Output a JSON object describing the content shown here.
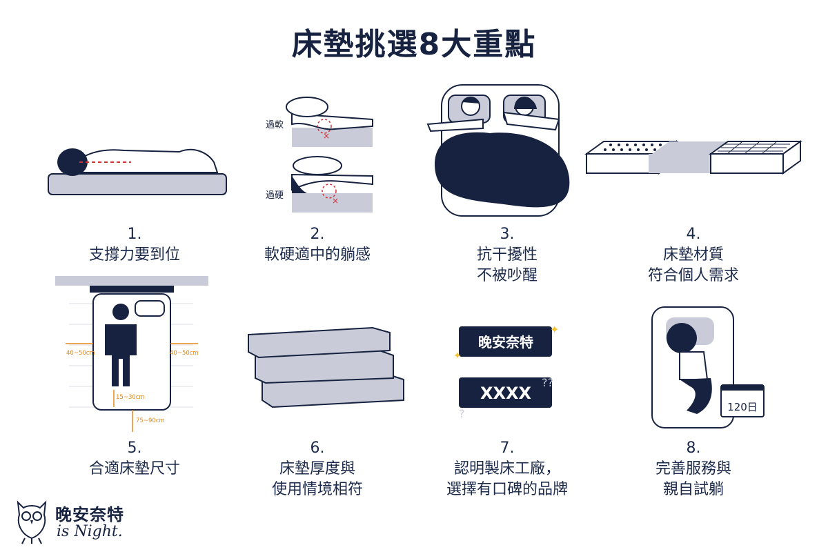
{
  "title": "床墊挑選8大重點",
  "colors": {
    "navy": "#16223f",
    "gray": "#c9ccd8",
    "orange": "#e8891c",
    "red": "#d6303a",
    "yellow": "#f4c430"
  },
  "items": [
    {
      "num": "1.",
      "lines": [
        "支撐力要到位"
      ]
    },
    {
      "num": "2.",
      "lines": [
        "軟硬適中的躺感"
      ],
      "labels": {
        "soft": "過軟",
        "hard": "過硬"
      }
    },
    {
      "num": "3.",
      "lines": [
        "抗干擾性",
        "不被吵醒"
      ]
    },
    {
      "num": "4.",
      "lines": [
        "床墊材質",
        "符合個人需求"
      ]
    },
    {
      "num": "5.",
      "lines": [
        "合適床墊尺寸"
      ],
      "measures": {
        "side": "40~50cm",
        "foot": "15~30cm",
        "aisle": "75~90cm"
      }
    },
    {
      "num": "6.",
      "lines": [
        "床墊厚度與",
        "使用情境相符"
      ]
    },
    {
      "num": "7.",
      "lines": [
        "認明製床工廠，",
        "選擇有口碑的品牌"
      ],
      "badges": {
        "brand": "晚安奈特",
        "unknown": "XXXX"
      }
    },
    {
      "num": "8.",
      "lines": [
        "完善服務與",
        "親自試躺"
      ],
      "calendar": "120日"
    }
  ],
  "logo": {
    "cn": "晚安奈特",
    "en": "is Night."
  }
}
